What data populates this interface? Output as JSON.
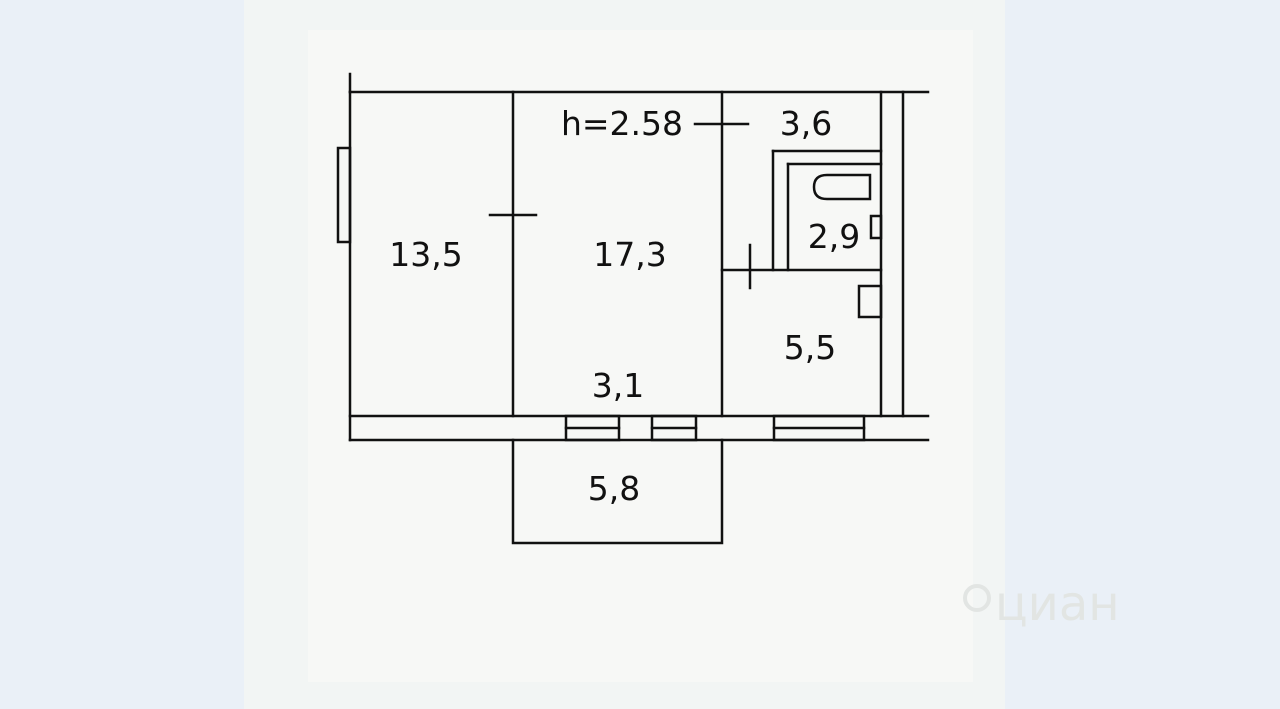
{
  "floorplan": {
    "ceiling_height": "h=2.58",
    "rooms": {
      "room_left": "13,5",
      "room_main": "17,3",
      "hall": "3,6",
      "bathroom": "2,9",
      "kitchen": "5,5",
      "corridor": "3,1",
      "balcony": "5,8"
    },
    "watermark": "циан"
  },
  "colors": {
    "page_background": "#eaf0f7",
    "plan_background": "#f7f8f6",
    "line": "#111111"
  }
}
